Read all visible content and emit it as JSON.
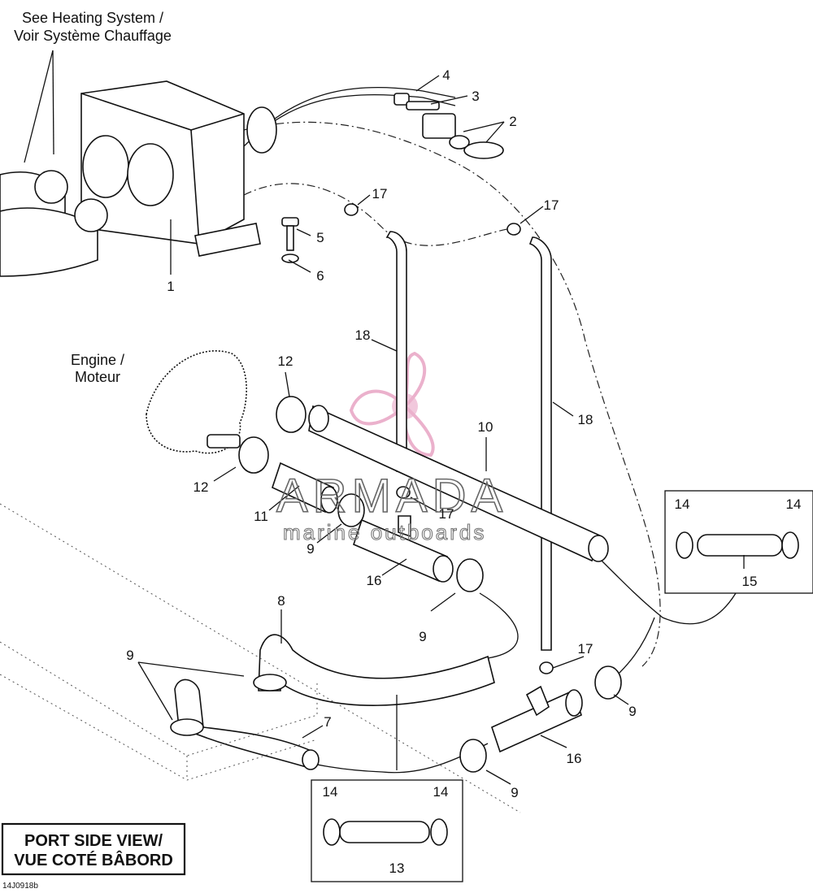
{
  "diagram": {
    "note_heating": [
      "See Heating System /",
      "Voir Système Chauffage"
    ],
    "note_engine": [
      "Engine /",
      "Moteur"
    ],
    "view_title": [
      "PORT SIDE VIEW/",
      "VUE COTÉ BÂBORD"
    ],
    "figure_code": "14J0918b",
    "watermark": {
      "brand": "ARMADA",
      "tagline": "marine outboards",
      "colors": {
        "logo_pink": "#e8a4c4",
        "outline": "#666666"
      }
    },
    "callouts": [
      {
        "id": "c1",
        "text": "1"
      },
      {
        "id": "c2",
        "text": "2"
      },
      {
        "id": "c3",
        "text": "3"
      },
      {
        "id": "c4",
        "text": "4"
      },
      {
        "id": "c5",
        "text": "5"
      },
      {
        "id": "c6",
        "text": "6"
      },
      {
        "id": "c7",
        "text": "7"
      },
      {
        "id": "c8",
        "text": "8"
      },
      {
        "id": "c9a",
        "text": "9"
      },
      {
        "id": "c9b",
        "text": "9"
      },
      {
        "id": "c9c",
        "text": "9"
      },
      {
        "id": "c9d",
        "text": "9"
      },
      {
        "id": "c9e",
        "text": "9"
      },
      {
        "id": "c10",
        "text": "10"
      },
      {
        "id": "c11",
        "text": "11"
      },
      {
        "id": "c12a",
        "text": "12"
      },
      {
        "id": "c12b",
        "text": "12"
      },
      {
        "id": "c13",
        "text": "13"
      },
      {
        "id": "c14a",
        "text": "14"
      },
      {
        "id": "c14b",
        "text": "14"
      },
      {
        "id": "c14c",
        "text": "14"
      },
      {
        "id": "c14d",
        "text": "14"
      },
      {
        "id": "c15",
        "text": "15"
      },
      {
        "id": "c16a",
        "text": "16"
      },
      {
        "id": "c16b",
        "text": "16"
      },
      {
        "id": "c17a",
        "text": "17"
      },
      {
        "id": "c17b",
        "text": "17"
      },
      {
        "id": "c17c",
        "text": "17"
      },
      {
        "id": "c17d",
        "text": "17"
      },
      {
        "id": "c18a",
        "text": "18"
      },
      {
        "id": "c18b",
        "text": "18"
      }
    ]
  }
}
